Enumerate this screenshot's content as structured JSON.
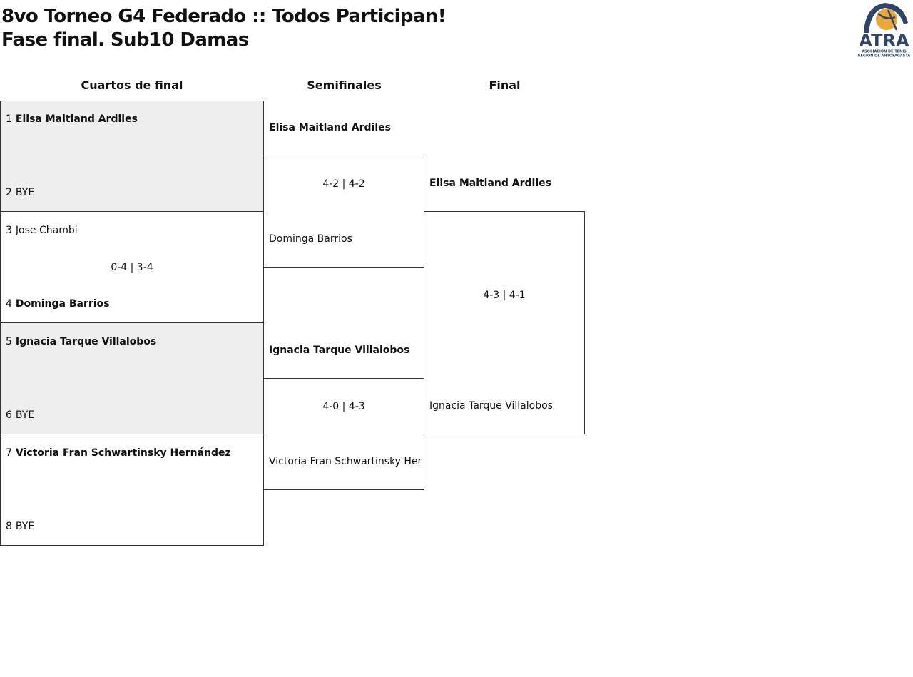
{
  "header": {
    "title_line1": "8vo Torneo G4 Federado :: Todos Participan!",
    "title_line2": "Fase final. Sub10 Damas",
    "logo_text": "ATRA",
    "logo_subtext1": "ASOCIACIÓN DE TENIS",
    "logo_subtext2": "REGIÓN DE ANTOFAGASTA"
  },
  "rounds": {
    "quarterfinals": "Cuartos de final",
    "semifinals": "Semifinales",
    "final": "Final"
  },
  "quarterfinals": [
    {
      "p1_seed": "1",
      "p1_name": "Elisa Maitland Ardiles",
      "p2_seed": "2",
      "p2_name": "BYE",
      "score": ""
    },
    {
      "p1_seed": "3",
      "p1_name": "Jose Chambi",
      "p2_seed": "4",
      "p2_name": "Dominga Barrios",
      "score": "0-4 | 3-4"
    },
    {
      "p1_seed": "5",
      "p1_name": "Ignacia Tarque Villalobos",
      "p2_seed": "6",
      "p2_name": "BYE",
      "score": ""
    },
    {
      "p1_seed": "7",
      "p1_name": "Victoria Fran Schwartinsky Hernández",
      "p2_seed": "8",
      "p2_name": "BYE",
      "score": ""
    }
  ],
  "semifinals": [
    {
      "p1_name": "Elisa Maitland Ardiles",
      "score": "4-2 | 4-2",
      "p2_name": "Dominga Barrios"
    },
    {
      "p1_name": "Ignacia Tarque Villalobos",
      "score": "4-0 | 4-3",
      "p2_name": "Victoria Fran Schwartinsky Her"
    }
  ],
  "final": {
    "p1_name": "Elisa Maitland Ardiles",
    "score": "4-3 | 4-1",
    "p2_name": "Ignacia Tarque Villalobos"
  },
  "colors": {
    "logo_navy": "#2f4468",
    "logo_gold": "#e8a93a",
    "shaded_cell": "#eeeeee"
  }
}
